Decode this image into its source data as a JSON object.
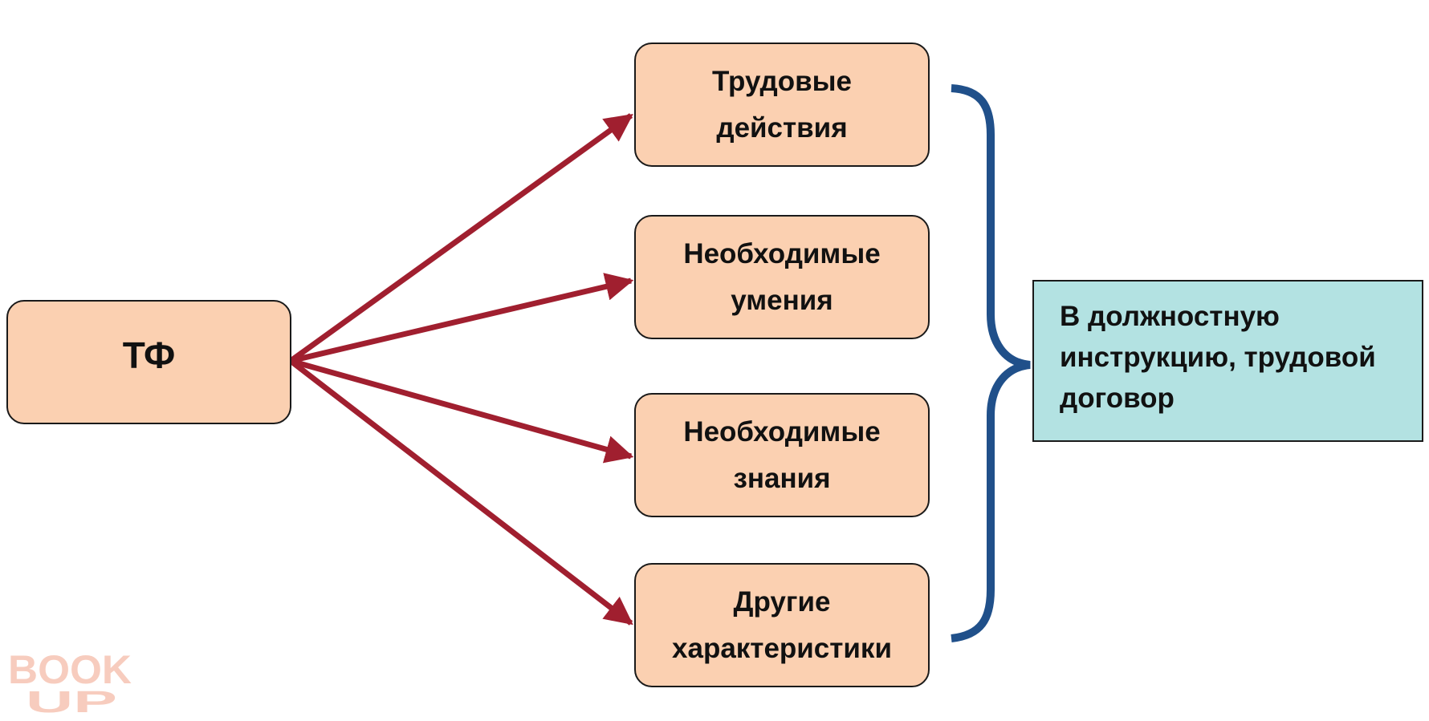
{
  "nodes": {
    "source": "ТФ",
    "actions": {
      "line1": "Трудовые",
      "line2": "действия"
    },
    "skills": {
      "line1": "Необходимые",
      "line2": "умения"
    },
    "knowledge": {
      "line1": "Необходимые",
      "line2": "знания"
    },
    "other": {
      "line1": "Другие",
      "line2": "характеристики"
    },
    "target": {
      "line1": "В должностную",
      "line2": "инструкцию, трудовой",
      "line3": "договор"
    }
  },
  "watermark": {
    "top": "BOOK",
    "bottom": "UP"
  },
  "colors": {
    "node_fill": "#fbd0b1",
    "target_fill": "#b3e2e2",
    "arrow": "#a01f2f",
    "brace": "#20508a",
    "watermark": "#f2a48a"
  }
}
